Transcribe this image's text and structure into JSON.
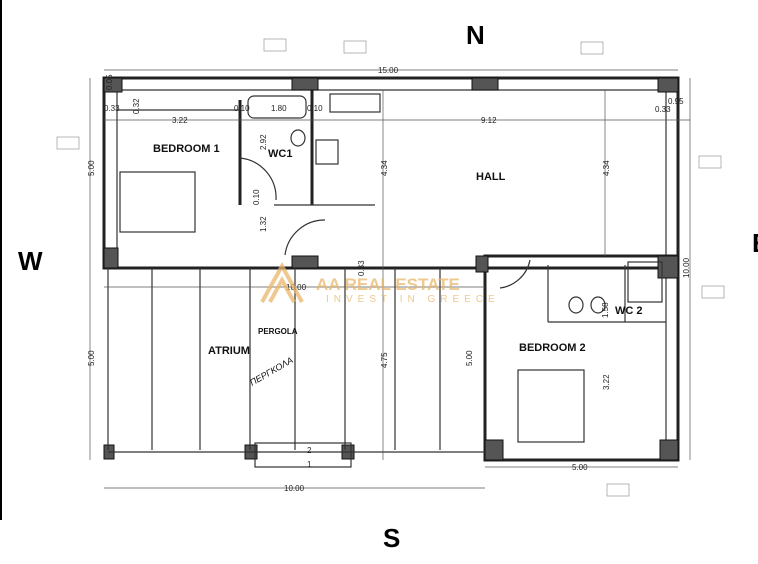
{
  "compass": {
    "north": "N",
    "west": "W",
    "south": "S",
    "east": "E"
  },
  "rooms": {
    "bedroom1": "BEDROOM 1",
    "wc1": "WC1",
    "hall": "HALL",
    "atrium": "ATRIUM",
    "pergola": "PERGOLA",
    "pergola_greek": "ΠΕΡΓΚΟΛΑ",
    "bedroom2": "BEDROOM 2",
    "wc2": "WC 2"
  },
  "dimensions": {
    "total_width": "15.00",
    "bedroom1_width": "3.22",
    "bath_width": "1.80",
    "hall_width": "9.12",
    "left_height": "5.00",
    "kitchen_height": "4.34",
    "hall_height": "4.34",
    "wc1_depth": "2.92",
    "corridor": "1.32",
    "wall_010_a": "0.10",
    "wall_010_b": "0.10",
    "wall_010_c": "0.10",
    "right_height": "10.00",
    "atrium_width": "10.00",
    "atrium_height": "5.00",
    "pergola_height": "4.75",
    "bedroom2_height": "5.00",
    "bedroom2_depth": "3.22",
    "wc2_depth": "1.58",
    "bedroom2_width": "5.00",
    "bottom_width": "10.00",
    "wall_033_a": "0.33",
    "wall_032": "0.32",
    "wall_005": "0.05",
    "wall_095": "0.95",
    "wall_033_b": "0.33",
    "wall_033_c": "0.33",
    "step_1": "1",
    "step_2": "2"
  },
  "watermark": {
    "title": "AA REAL ESTATE",
    "subtitle": "INVEST IN GREECE"
  },
  "colors": {
    "wall": "#222222",
    "watermark": "#e8b66a"
  }
}
